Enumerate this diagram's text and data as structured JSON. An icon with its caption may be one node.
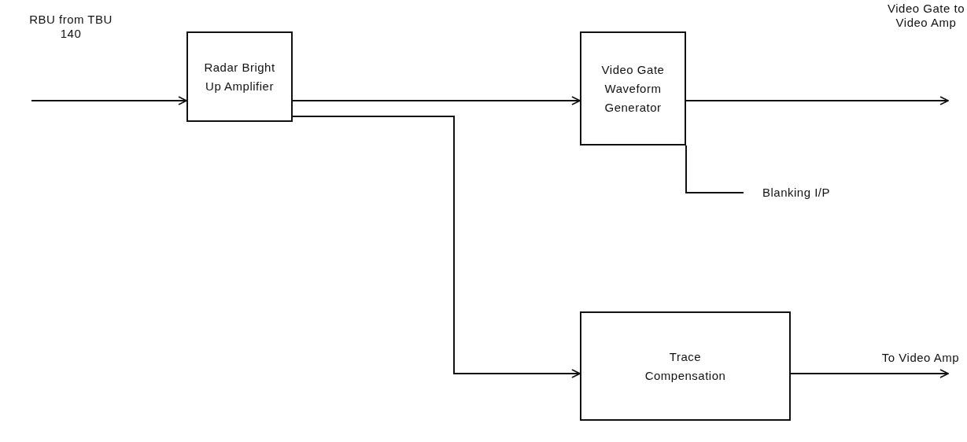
{
  "diagram": {
    "nodes": [
      {
        "text": [
          "RBU from TBU 140"
        ]
      },
      {
        "text": [
          "Radar Bright Up Amplifier"
        ]
      },
      {
        "text": [
          "Video Gate Waveform Generator"
        ]
      },
      {
        "text": [
          "Video Gate to Video Amp"
        ]
      },
      {
        "text": [
          "Blanking I/P"
        ]
      },
      {
        "text": [
          "Trace Compensation"
        ]
      },
      {
        "text": [
          "To Video Amp"
        ]
      }
    ],
    "edges": [
      {
        "from": 0,
        "to": 1,
        "arrow": "to"
      },
      {
        "from": 1,
        "to": 2,
        "arrow": "to"
      },
      {
        "from": 1,
        "to": 5,
        "arrow": "to"
      },
      {
        "from": 2,
        "to": 3,
        "arrow": "to"
      },
      {
        "from": 4,
        "to": 2,
        "arrow": "none"
      },
      {
        "from": 5,
        "to": 6,
        "arrow": "to"
      }
    ]
  }
}
